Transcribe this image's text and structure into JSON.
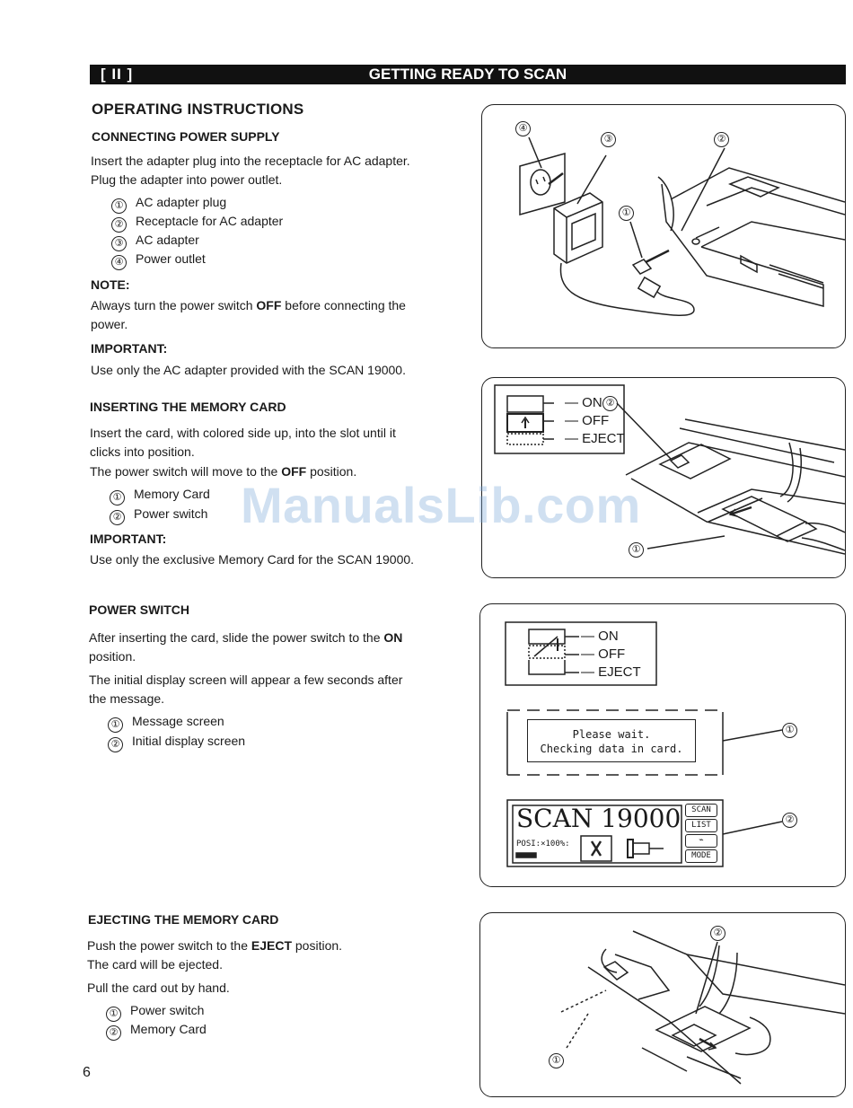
{
  "header": {
    "section": "[ II ]",
    "title": "GETTING READY TO SCAN"
  },
  "heading": "OPERATING INSTRUCTIONS",
  "s1": {
    "title": "CONNECTING POWER SUPPLY",
    "p1": "Insert the adapter plug into the receptacle for AC adapter.",
    "p2": "Plug the adapter into power outlet.",
    "items": [
      "AC adapter plug",
      "Receptacle for AC adapter",
      "AC adapter",
      "Power outlet"
    ],
    "note_label": "NOTE:",
    "note_a": "Always turn the power switch ",
    "note_b": "OFF",
    "note_c": " before connecting the",
    "note_d": "power.",
    "important_label": "IMPORTANT:",
    "important": "Use only the AC adapter provided with the SCAN 19000."
  },
  "s2": {
    "title": "INSERTING THE MEMORY CARD",
    "p1": "Insert the card, with colored side up, into the slot until it",
    "p2": "clicks into position.",
    "p3a": "The power switch will move to the ",
    "p3b": "OFF",
    "p3c": " position.",
    "items": [
      "Memory Card",
      "Power switch"
    ],
    "important_label": "IMPORTANT:",
    "important": "Use only the exclusive Memory Card for the SCAN 19000."
  },
  "s3": {
    "title": "POWER SWITCH",
    "p1a": "After inserting the card, slide the power switch to the ",
    "p1b": "ON",
    "p2": "position.",
    "p3": "The initial display screen will appear a few seconds after",
    "p4": "the message.",
    "items": [
      "Message screen",
      "Initial display screen"
    ]
  },
  "s4": {
    "title": "EJECTING THE MEMORY CARD",
    "p1a": "Push the power switch to the ",
    "p1b": "EJECT",
    "p1c": " position.",
    "p2": "The card will be ejected.",
    "p3": "Pull the card out by hand.",
    "items": [
      "Power switch",
      "Memory Card"
    ]
  },
  "markers": [
    "①",
    "②",
    "③",
    "④"
  ],
  "switch_labels": {
    "on": "ON",
    "off": "OFF",
    "eject": "EJECT"
  },
  "lcd_message": {
    "line1": "Please wait.",
    "line2": "Checking data in card."
  },
  "lcd_initial": {
    "title": "SCAN 19000",
    "posi": "POSI:×100%:",
    "btn1": "SCAN",
    "btn2": "LIST",
    "btn4": "MODE"
  },
  "watermark": "ManualsLib.com",
  "page_number": "6"
}
